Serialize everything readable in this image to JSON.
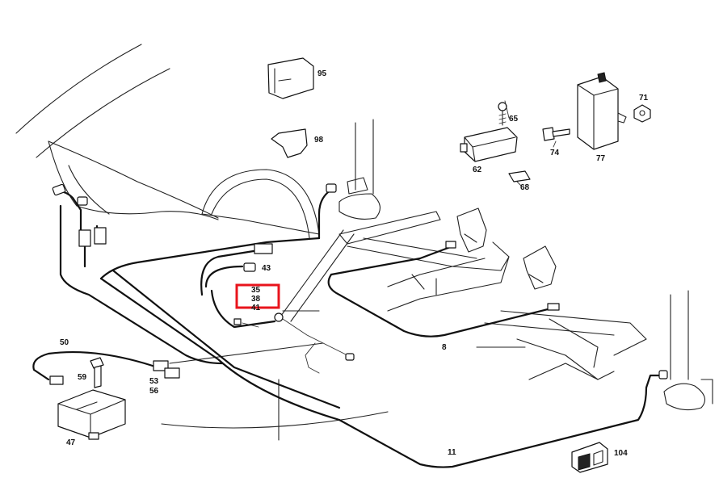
{
  "diagram": {
    "highlight_color": "#e8141c",
    "callouts": {
      "p95": "95",
      "p98": "98",
      "p65": "65",
      "p62": "62",
      "p68": "68",
      "p74": "74",
      "p77": "77",
      "p71": "71",
      "p43": "43",
      "p35": "35",
      "p38": "38",
      "p41": "41",
      "p8": "8",
      "p50": "50",
      "p59": "59",
      "p53": "53",
      "p56": "56",
      "p47": "47",
      "p11": "11",
      "p104": "104"
    }
  }
}
